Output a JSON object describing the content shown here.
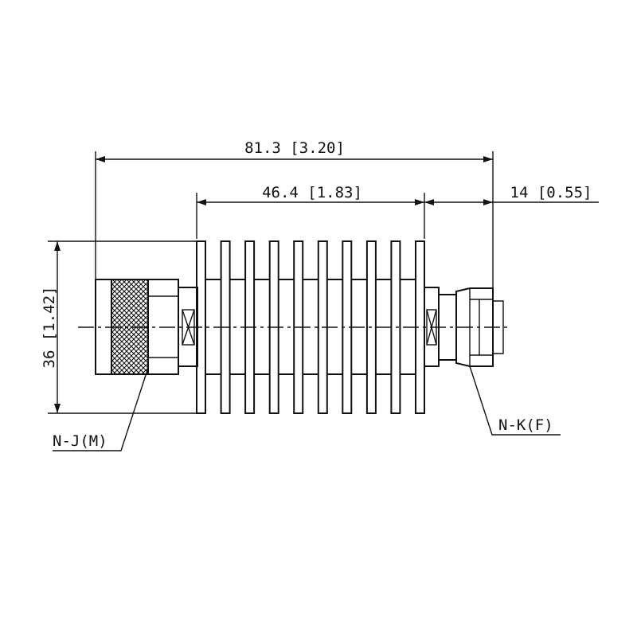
{
  "dimensions": {
    "overall_length": "81.3 [3.20]",
    "body_length": "46.4 [1.83]",
    "connector_length": "14 [0.55]",
    "height": "36 [1.42]"
  },
  "labels": {
    "left_connector": "N-J(M)",
    "right_connector": "N-K(F)"
  },
  "fin_count": 10
}
